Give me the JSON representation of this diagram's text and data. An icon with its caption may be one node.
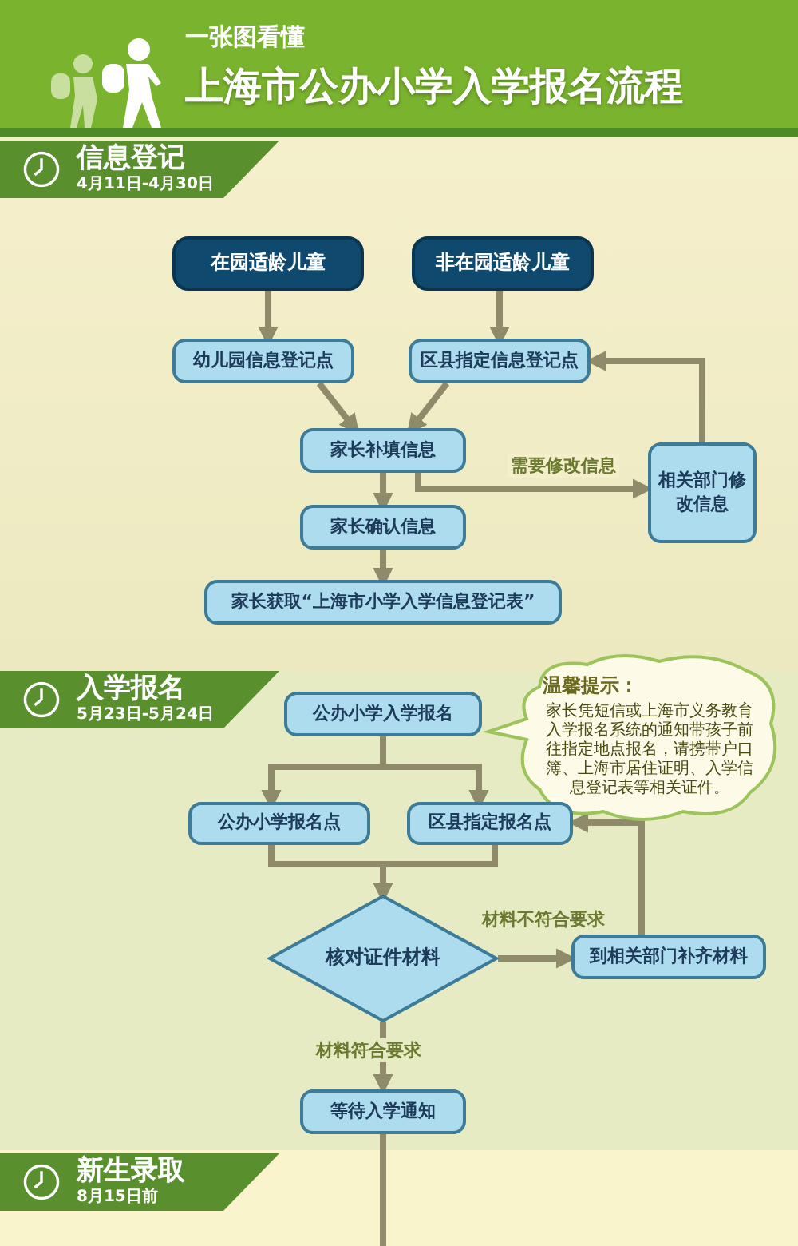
{
  "diagram": {
    "title": "上海市公办小学入学报名流程",
    "labels": [
      "一张图看懂"
    ],
    "nodes": [
      {
        "text": [
          "信息登记",
          "4月11日-4月30日"
        ]
      },
      {
        "text": [
          "在园适龄儿童"
        ]
      },
      {
        "text": [
          "非在园适龄儿童"
        ]
      },
      {
        "text": [
          "幼儿园信息登记点"
        ]
      },
      {
        "text": [
          "区县指定信息登记点"
        ]
      },
      {
        "text": [
          "家长补填信息"
        ]
      },
      {
        "text": [
          "相关部门修改信息"
        ]
      },
      {
        "text": [
          "家长确认信息"
        ]
      },
      {
        "text": [
          "家长获取“上海市小学入学信息登记表”"
        ]
      },
      {
        "text": [
          "入学报名",
          "5月23日-5月24日"
        ]
      },
      {
        "text": [
          "公办小学入学报名"
        ]
      },
      {
        "text": [
          "温馨提示：",
          "家长凭短信或上海市义务教育入学报名系统的通知带孩子前往指定地点报名，请携带户口簿、上海市居住证明、入学信息登记表等相关证件。"
        ]
      },
      {
        "text": [
          "公办小学报名点"
        ]
      },
      {
        "text": [
          "区县指定报名点"
        ]
      },
      {
        "text": [
          "核对证件材料"
        ]
      },
      {
        "text": [
          "到相关部门补齐材料"
        ]
      },
      {
        "text": [
          "等待入学通知"
        ]
      },
      {
        "text": [
          "新生录取",
          "8月15日前"
        ]
      }
    ],
    "edges": [
      {
        "from": 1,
        "to": 3,
        "arrow": "to"
      },
      {
        "from": 2,
        "to": 4,
        "arrow": "to"
      },
      {
        "from": 3,
        "to": 5,
        "arrow": "to"
      },
      {
        "from": 4,
        "to": 5,
        "arrow": "to"
      },
      {
        "from": 5,
        "to": 7,
        "arrow": "to"
      },
      {
        "from": 5,
        "to": 6,
        "arrow": "to",
        "label": "需要修改信息"
      },
      {
        "from": 6,
        "to": 4,
        "arrow": "to"
      },
      {
        "from": 7,
        "to": 8,
        "arrow": "to"
      },
      {
        "from": 10,
        "to": 12,
        "arrow": "to"
      },
      {
        "from": 10,
        "to": 13,
        "arrow": "to"
      },
      {
        "from": 12,
        "to": 14,
        "arrow": "to"
      },
      {
        "from": 13,
        "to": 14,
        "arrow": "to"
      },
      {
        "from": 14,
        "to": 15,
        "arrow": "to",
        "label": "材料不符合要求"
      },
      {
        "from": 15,
        "to": 13,
        "arrow": "to"
      },
      {
        "from": 14,
        "to": 16,
        "arrow": "to",
        "label": "材料符合要求"
      },
      {
        "from": 16,
        "to": null,
        "arrow": "none"
      }
    ]
  }
}
